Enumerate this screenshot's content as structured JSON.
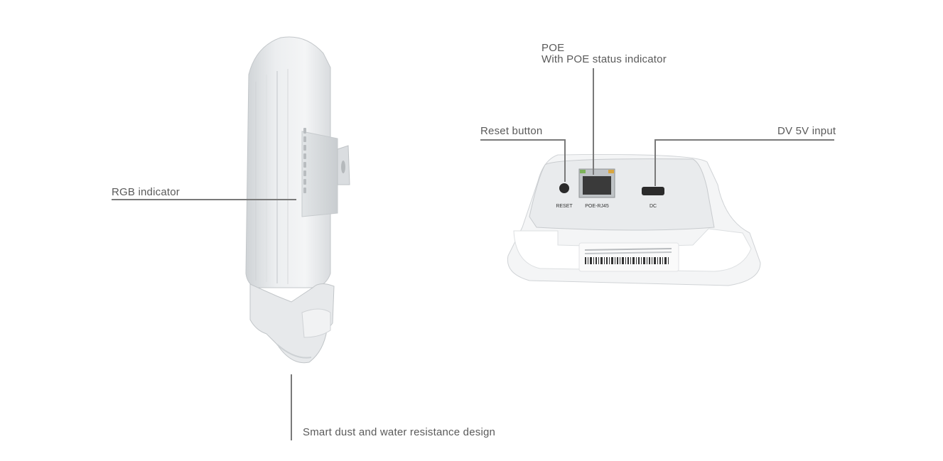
{
  "callouts": {
    "rgb_indicator": "RGB indicator",
    "poe_title": "POE",
    "poe_subtitle": "With POE status indicator",
    "reset_button": "Reset button",
    "dv_input": "DV 5V input",
    "dust_water": "Smart dust and water resistance design"
  },
  "port_panel": {
    "reset_text": "RESET",
    "poe_port_text": "POE-RJ45",
    "dc_text": "DC"
  },
  "colors": {
    "leader_line": "#7a7a7a",
    "label_text": "#5a5a5a",
    "device_body": "#e6e8ea"
  }
}
